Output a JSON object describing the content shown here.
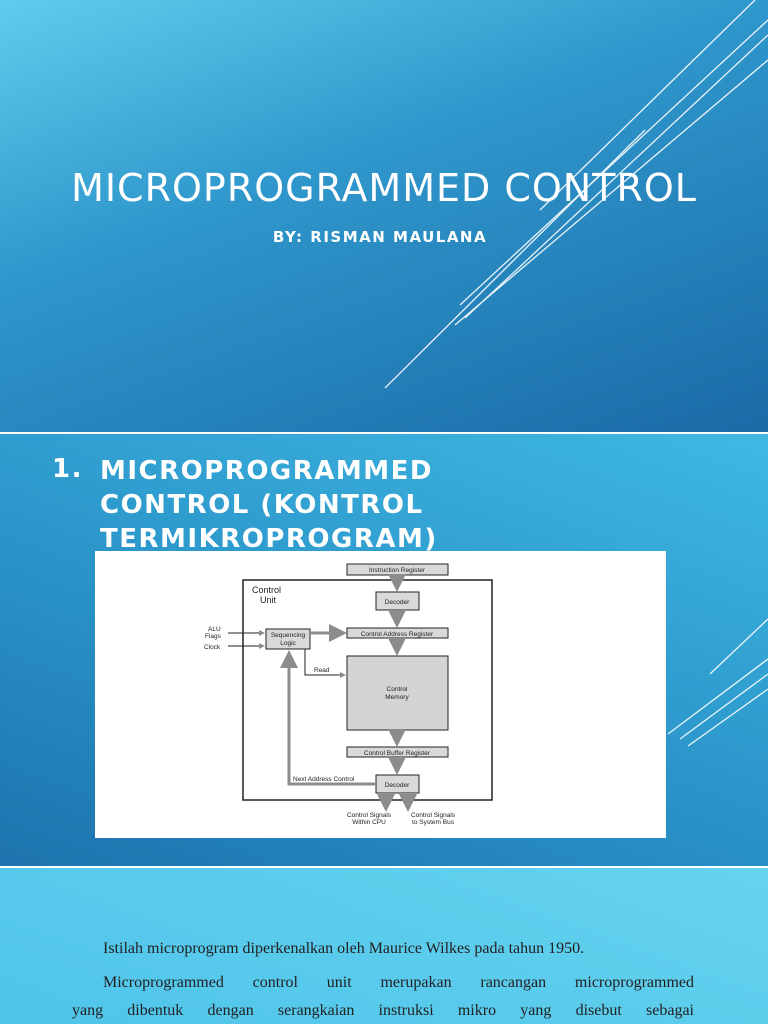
{
  "slide1": {
    "title": "MICROPROGRAMMED CONTROL",
    "subtitle": "BY: RISMAN MAULANA"
  },
  "slide2": {
    "heading_number": "1.",
    "heading_line1": "MICROPROGRAMMED",
    "heading_line2": "CONTROL (KONTROL",
    "heading_line3": "TERMIKROPROGRAM)",
    "diagram": {
      "instruction_register": "Instruction Register",
      "control_unit_line1": "Control",
      "control_unit_line2": "Unit",
      "decoder_top": "Decoder",
      "alu_flags_line1": "ALU",
      "alu_flags_line2": "Flags",
      "clock": "Clock",
      "sequencing_line1": "Sequencing",
      "sequencing_line2": "Logic",
      "control_address_register": "Control Address Register",
      "read": "Read",
      "control_memory_line1": "Control",
      "control_memory_line2": "Memory",
      "control_buffer_register": "Control Buffer Register",
      "next_address_control": "Next Address Control",
      "decoder_bottom": "Decoder",
      "signals_cpu_line1": "Control Signals",
      "signals_cpu_line2": "Within CPU",
      "signals_bus_line1": "Control Signals",
      "signals_bus_line2": "to System Bus"
    }
  },
  "slide3": {
    "paragraph1": "Istilah microprogram diperkenalkan oleh Maurice Wilkes pada tahun 1950.",
    "paragraph2_line1": "Microprogrammed control unit merupakan rancangan microprogrammed",
    "paragraph2_line2": "yang dibentuk dengan serangkaian instruksi mikro yang disebut sebagai"
  },
  "colors": {
    "slide_dark": "#1a6aa6",
    "slide_light": "#5fcdec",
    "text_light": "#ffffff",
    "diagram_gray": "#8c8c8c"
  }
}
